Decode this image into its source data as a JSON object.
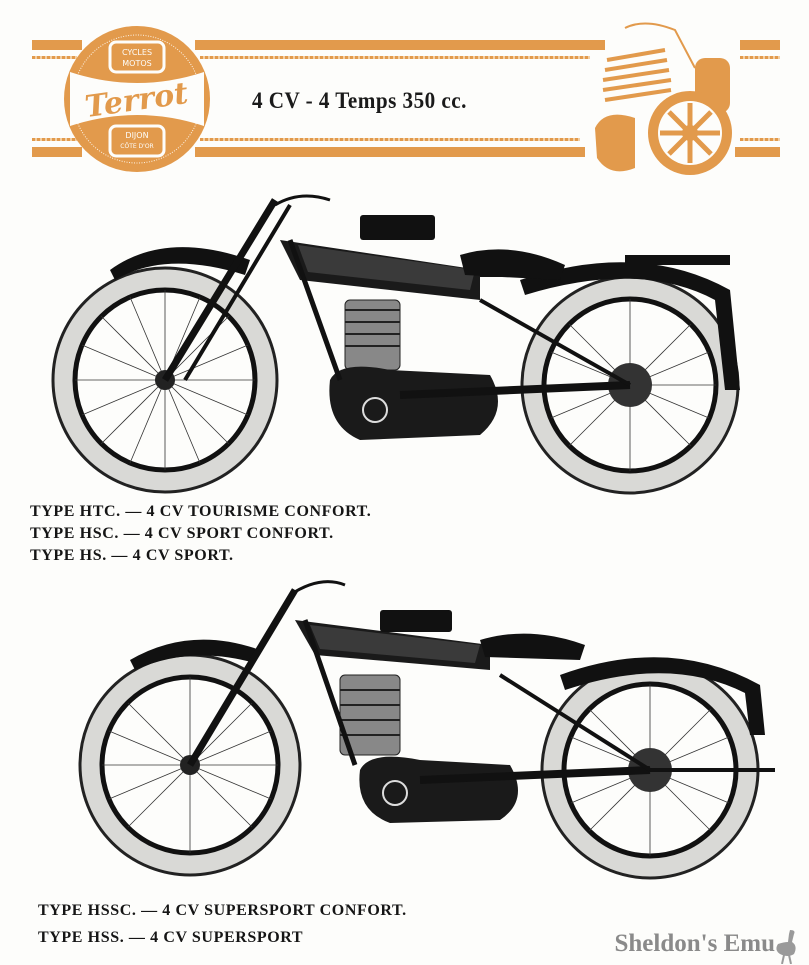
{
  "header": {
    "brand": "Terrot",
    "logo_top": "CYCLES MOTOS",
    "logo_bottom": "DIJON CÔTE D'OR",
    "title": "4 CV - 4 Temps 350 cc.",
    "accent_color": "#e29a4c"
  },
  "group1": {
    "lines": [
      "TYPE HTC. — 4 CV TOURISME CONFORT.",
      "TYPE HSC. — 4 CV SPORT CONFORT.",
      "TYPE HS. — 4 CV SPORT."
    ]
  },
  "group2": {
    "lines": [
      "TYPE HSSC. — 4 CV SUPERSPORT CONFORT.",
      "TYPE HSS. — 4 CV SUPERSPORT"
    ]
  },
  "watermark": "Sheldon's Emu"
}
